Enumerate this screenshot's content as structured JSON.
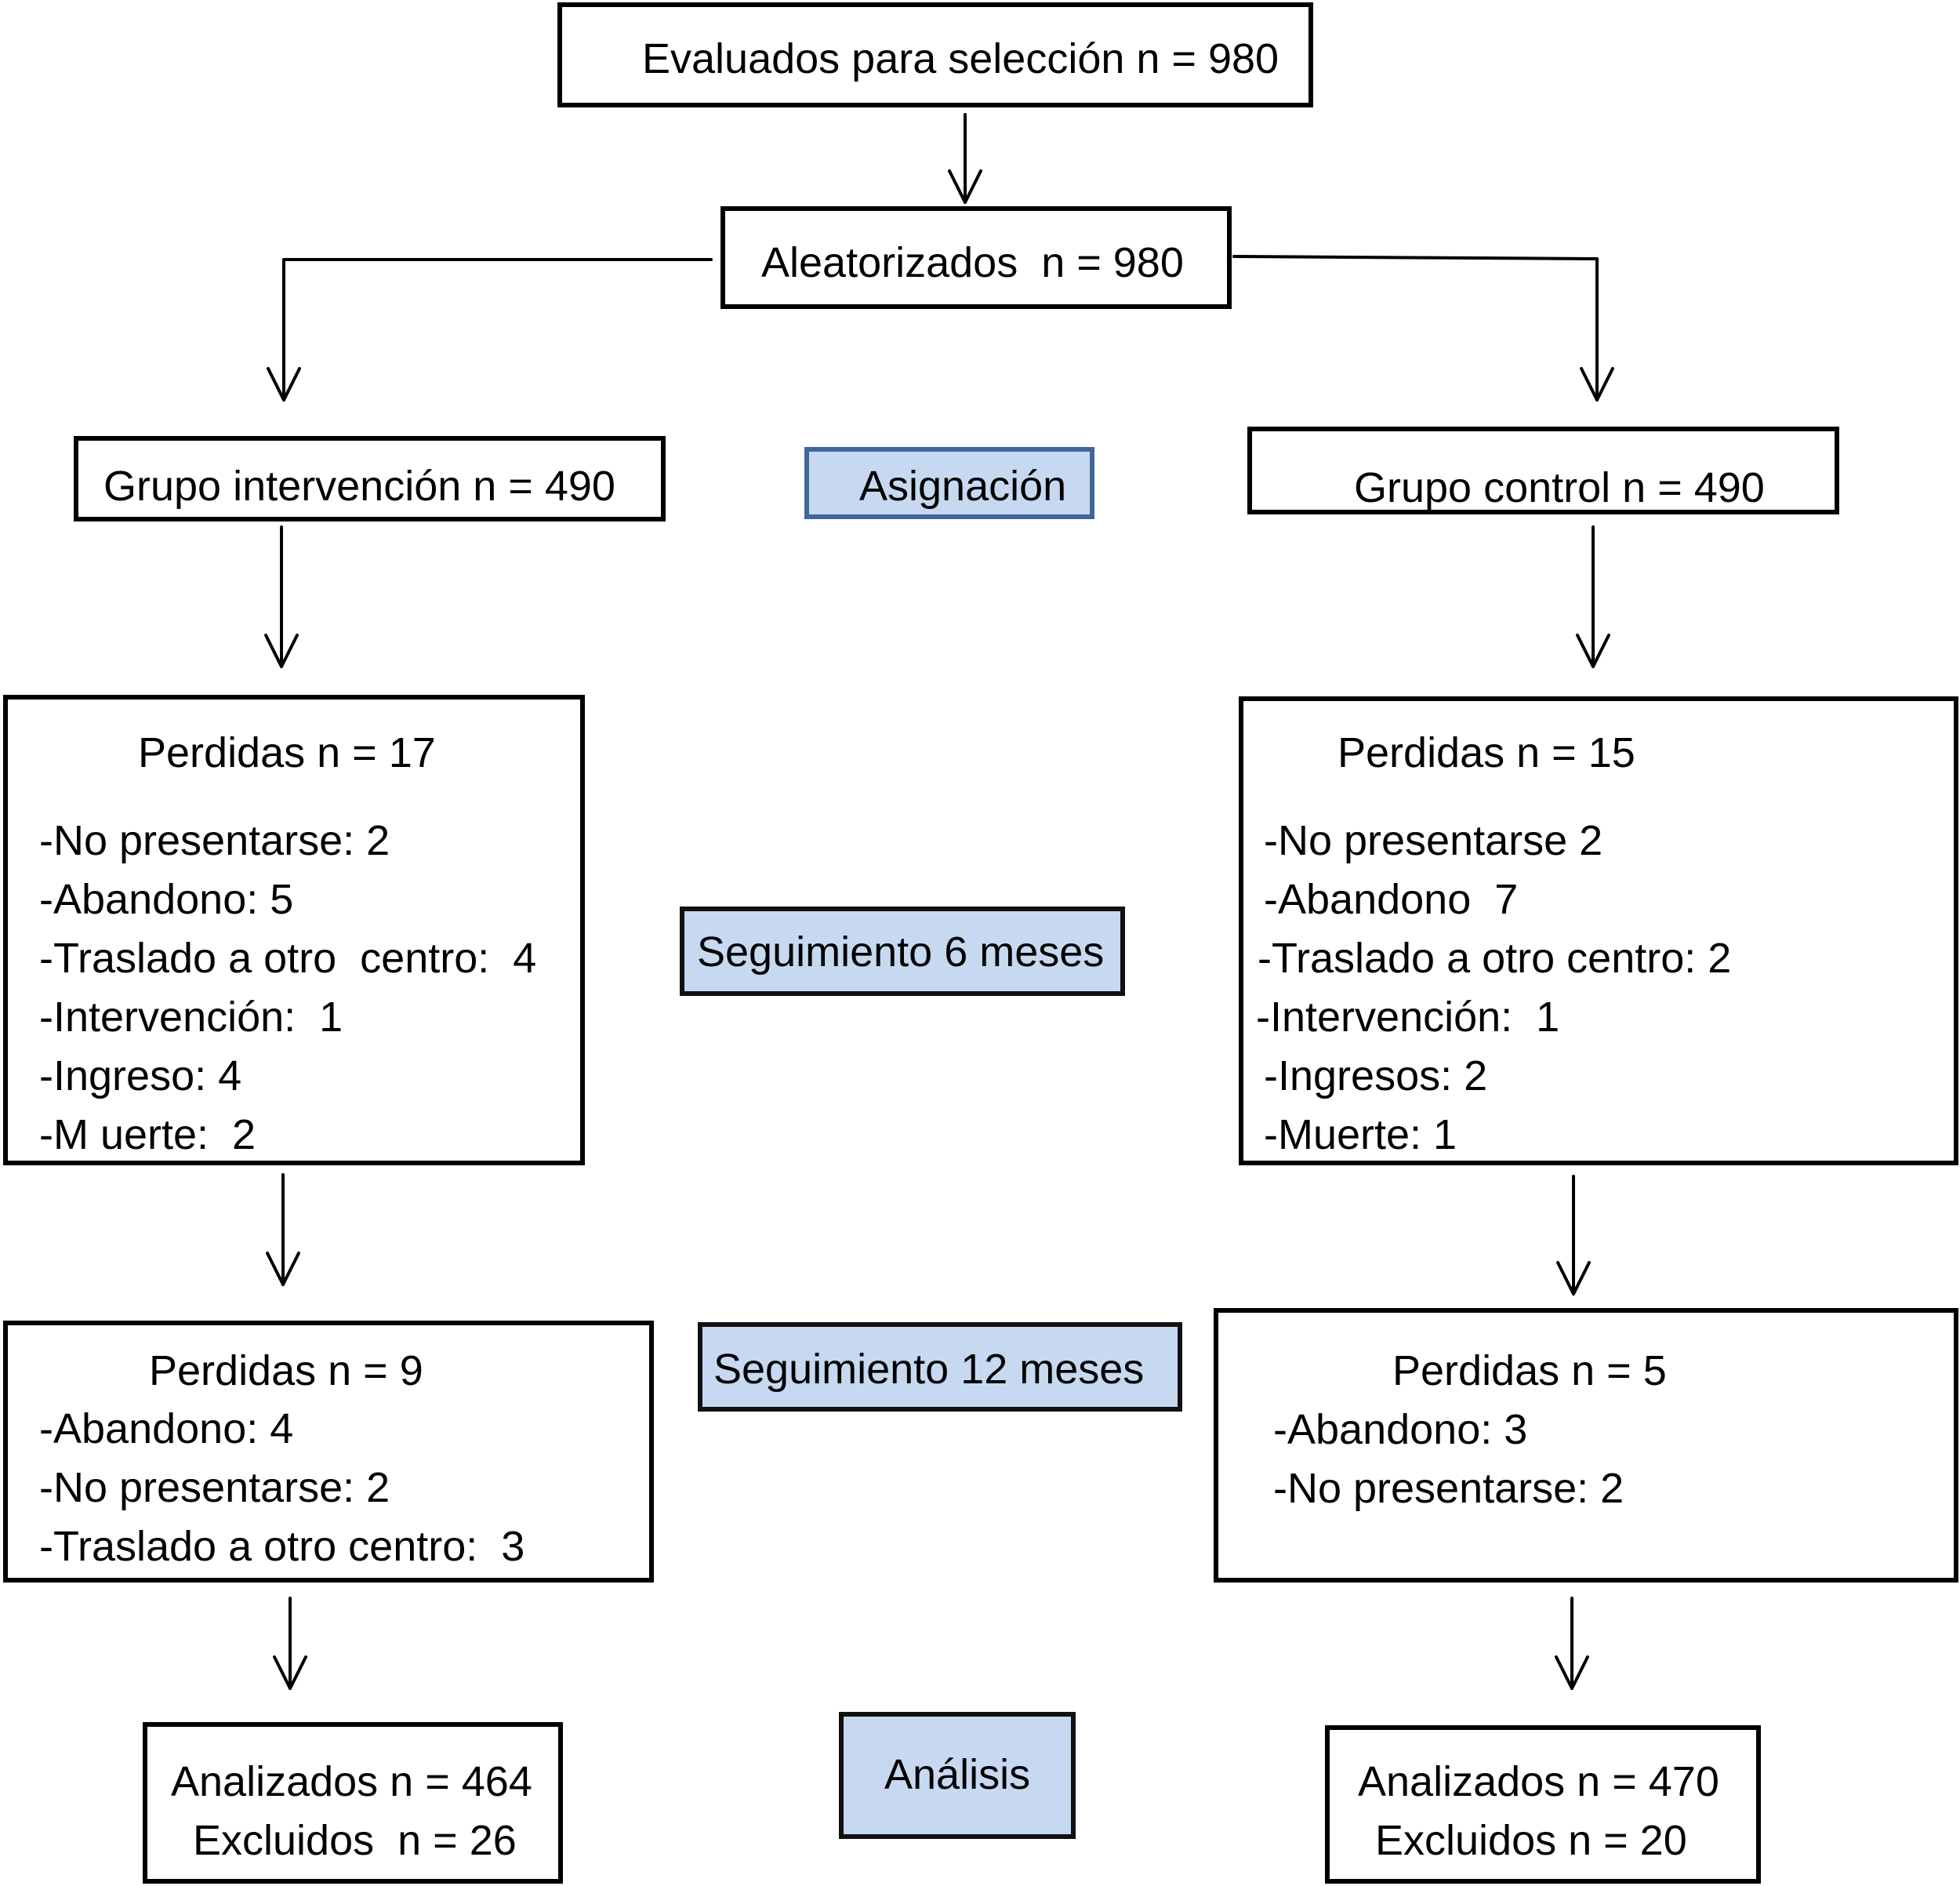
{
  "screening": {
    "label": "Evaluados para selección n = 980"
  },
  "randomized": {
    "label": "Aleatorizados  n = 980"
  },
  "stages": {
    "allocation": "Asignación",
    "followup6": "Seguimiento 6 meses",
    "followup12": "Seguimiento 12 meses",
    "analysis": "Análisis"
  },
  "intervention": {
    "group": "Grupo intervención n = 490",
    "lost6": {
      "title": "Perdidas n = 17",
      "items": [
        "-No presentarse: 2",
        "-Abandono: 5",
        "-Traslado a otro  centro:  4",
        "-Intervención:  1",
        "-Ingreso: 4",
        "-M uerte:  2"
      ]
    },
    "lost12": {
      "title": "Perdidas n = 9",
      "items": [
        "-Abandono: 4",
        "-No presentarse: 2",
        "-Traslado a otro centro:  3"
      ]
    },
    "analyzed": "Analizados n = 464",
    "excluded": "Excluidos  n = 26"
  },
  "control": {
    "group": "Grupo control n = 490",
    "lost6": {
      "title": "Perdidas n = 15",
      "items": [
        "-No presentarse 2",
        "-Abandono  7",
        "-Traslado a otro centro: 2",
        "-Intervención:  1",
        "-Ingresos: 2",
        "-Muerte: 1"
      ]
    },
    "lost12": {
      "title": "Perdidas n = 5",
      "items": [
        "-Abandono: 3",
        "-No presentarse: 2"
      ]
    },
    "analyzed": "Analizados n = 470",
    "excluded": "Excluidos n = 20"
  },
  "colors": {
    "stage_fill": "#c6d9f0",
    "allocation_border": "#41679a",
    "box_border": "#000000"
  }
}
